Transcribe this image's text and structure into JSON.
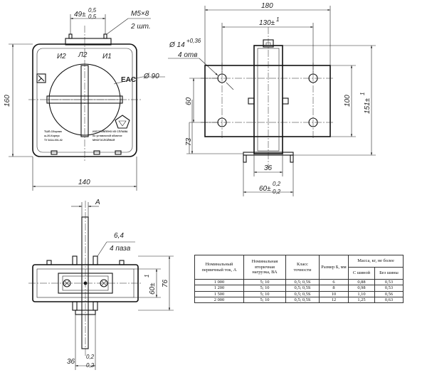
{
  "front_view": {
    "dim_pitch": "49±",
    "dim_pitch_tol_up": "0,5",
    "dim_pitch_tol_dn": "0,5",
    "bolt_thread": "M5×8",
    "bolt_count": "2 шт.",
    "terminal_i2": "И2",
    "terminal_l2": "Л2",
    "terminal_i1": "И1",
    "window_dia": "Ø 90",
    "height": "160",
    "width": "140",
    "nameplate_left": [
      "ТШЛ-Cборник",
      "ш-20-Корпус",
      "ТУ 3414-001-02"
    ],
    "nameplate_right": [
      "ИЗГОТОВЛЕНО ИЗ СПЛАВА",
      "по уставочной обмотке",
      "МНОГОСЛОЙНАЯ"
    ]
  },
  "side_view": {
    "overall_length": "180",
    "inner_length": "130±",
    "inner_length_tol": "1",
    "hole_dia": "Ø 14",
    "hole_dia_tol": "+0,36",
    "hole_count": "4 отв",
    "height_60": "60",
    "height_73": "73",
    "height_100": "100",
    "height_151": "151±",
    "height_151_tol": "1",
    "width_36": "36",
    "width_60": "60±",
    "width_60_tol_up": "0,2",
    "width_60_tol_dn": "0,2"
  },
  "top_view": {
    "label_a": "A",
    "slot_size": "6,4",
    "slot_count": "4 паза",
    "depth_60": "60±",
    "depth_60_tol": "1",
    "depth_76": "76",
    "base_36": "36",
    "base_36_tol_up": "0,2",
    "base_36_tol_dn": "0,2"
  },
  "specs_table": {
    "headers": [
      "Номинальный первичный ток, А",
      "Номинальная вторичная нагрузка, ВА",
      "Класс точности",
      "Размер Б, мм",
      "Масса, кг, не более"
    ],
    "mass_subheaders": [
      "С шиной",
      "Без шины"
    ],
    "rows": [
      [
        "1 000",
        "5; 10",
        "0,5; 0,5S",
        "6",
        "0,88",
        "0,53"
      ],
      [
        "1 200",
        "5; 10",
        "0,5; 0,5S",
        "8",
        "0,98",
        "0,53"
      ],
      [
        "1 500",
        "5; 10",
        "0,5; 0,5S",
        "10",
        "1,10",
        "0,56"
      ],
      [
        "2 000",
        "5; 10",
        "0,5; 0,5S",
        "12",
        "1,25",
        "0,63"
      ]
    ]
  }
}
